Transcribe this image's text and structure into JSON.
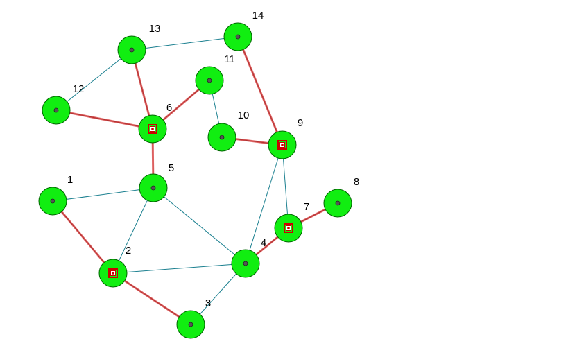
{
  "graph": {
    "colors": {
      "background": "#ffffff",
      "node_fill": "#11ee11",
      "node_stroke": "#006600",
      "edge_regular": "#1a7f8f",
      "edge_highlight": "#e06666",
      "edge_highlight_core": "#b03030",
      "marker": "#cc0000"
    },
    "nodes": [
      {
        "id": "1",
        "label": "1",
        "marked": false
      },
      {
        "id": "2",
        "label": "2",
        "marked": true
      },
      {
        "id": "3",
        "label": "3",
        "marked": false
      },
      {
        "id": "4",
        "label": "4",
        "marked": false
      },
      {
        "id": "5",
        "label": "5",
        "marked": false
      },
      {
        "id": "6",
        "label": "6",
        "marked": true
      },
      {
        "id": "7",
        "label": "7",
        "marked": true
      },
      {
        "id": "8",
        "label": "8",
        "marked": false
      },
      {
        "id": "9",
        "label": "9",
        "marked": true
      },
      {
        "id": "10",
        "label": "10",
        "marked": false
      },
      {
        "id": "11",
        "label": "11",
        "marked": false
      },
      {
        "id": "12",
        "label": "12",
        "marked": false
      },
      {
        "id": "13",
        "label": "13",
        "marked": false
      },
      {
        "id": "14",
        "label": "14",
        "marked": false
      }
    ],
    "edges": [
      {
        "from": "1",
        "to": "5",
        "highlight": false
      },
      {
        "from": "2",
        "to": "5",
        "highlight": false
      },
      {
        "from": "2",
        "to": "4",
        "highlight": false
      },
      {
        "from": "5",
        "to": "4",
        "highlight": false
      },
      {
        "from": "3",
        "to": "4",
        "highlight": false
      },
      {
        "from": "4",
        "to": "9",
        "highlight": false
      },
      {
        "from": "7",
        "to": "9",
        "highlight": false
      },
      {
        "from": "12",
        "to": "13",
        "highlight": false
      },
      {
        "from": "13",
        "to": "14",
        "highlight": false
      },
      {
        "from": "11",
        "to": "10",
        "highlight": false
      },
      {
        "from": "1",
        "to": "2",
        "highlight": true
      },
      {
        "from": "2",
        "to": "3",
        "highlight": true
      },
      {
        "from": "5",
        "to": "6",
        "highlight": true
      },
      {
        "from": "6",
        "to": "12",
        "highlight": true
      },
      {
        "from": "6",
        "to": "13",
        "highlight": true
      },
      {
        "from": "6",
        "to": "11",
        "highlight": true
      },
      {
        "from": "14",
        "to": "9",
        "highlight": true
      },
      {
        "from": "10",
        "to": "9",
        "highlight": true
      },
      {
        "from": "4",
        "to": "7",
        "highlight": true
      },
      {
        "from": "7",
        "to": "8",
        "highlight": true
      }
    ]
  }
}
